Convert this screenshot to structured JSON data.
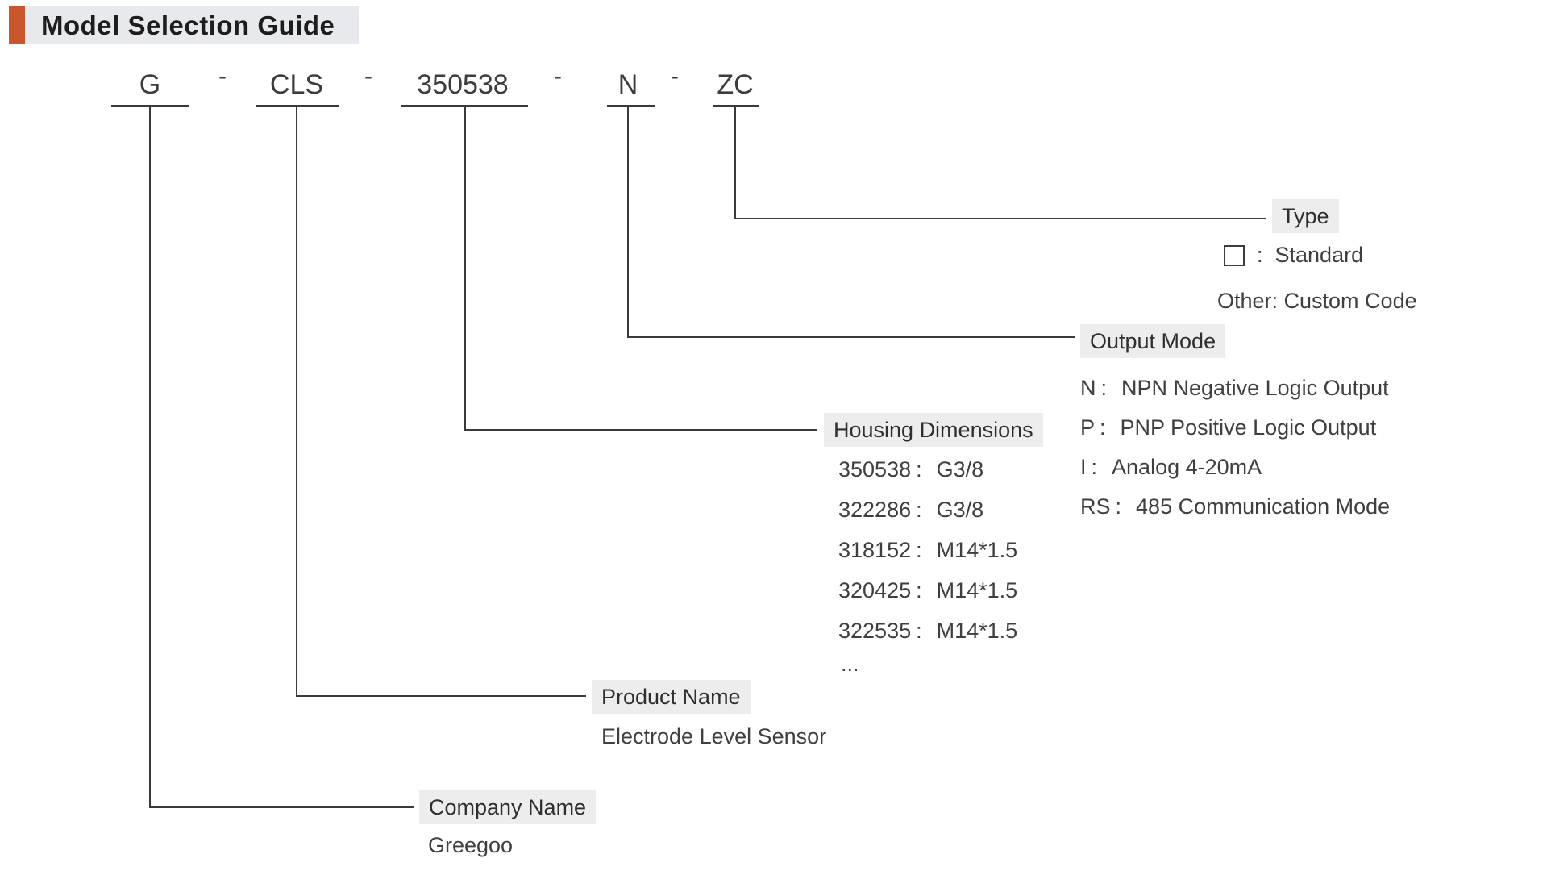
{
  "header": {
    "title": "Model Selection Guide"
  },
  "model_code": {
    "separator": "-",
    "segments": [
      {
        "code": "G"
      },
      {
        "code": "CLS"
      },
      {
        "code": "350538"
      },
      {
        "code": "N"
      },
      {
        "code": "ZC"
      }
    ]
  },
  "colon": ":",
  "sections": {
    "type": {
      "label": "Type",
      "standard": {
        "symbol": "blank-box",
        "text": "Standard"
      },
      "other": "Other: Custom Code"
    },
    "output_mode": {
      "label": "Output Mode",
      "options": [
        {
          "code": "N",
          "desc": "NPN Negative Logic Output"
        },
        {
          "code": "P",
          "desc": "PNP Positive Logic Output"
        },
        {
          "code": "I",
          "desc": "Analog 4-20mA"
        },
        {
          "code": "RS",
          "desc": "485 Communication Mode"
        }
      ]
    },
    "housing_dimensions": {
      "label": "Housing Dimensions",
      "options": [
        {
          "code": "350538",
          "desc": "G3/8"
        },
        {
          "code": "322286",
          "desc": "G3/8"
        },
        {
          "code": "318152",
          "desc": "M14*1.5"
        },
        {
          "code": "320425",
          "desc": "M14*1.5"
        },
        {
          "code": "322535",
          "desc": "M14*1.5"
        }
      ],
      "ellipsis": "..."
    },
    "product_name": {
      "label": "Product Name",
      "value": "Electrode Level Sensor"
    },
    "company_name": {
      "label": "Company Name",
      "value": "Greegoo"
    }
  }
}
